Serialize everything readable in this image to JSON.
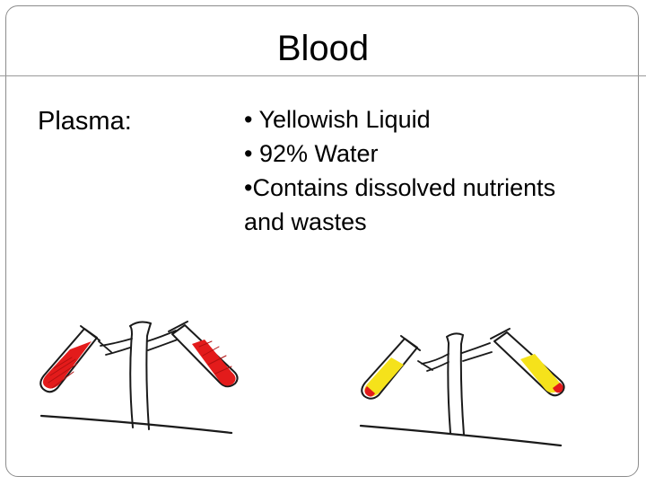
{
  "slide": {
    "title": "Blood",
    "term": "Plasma:",
    "bullets": [
      "• Yellowish Liquid",
      "• 92% Water",
      "•Contains dissolved nutrients",
      "and wastes"
    ]
  },
  "colors": {
    "frame": "#8c8c8c",
    "blood_red": "#e31b1b",
    "plasma_yellow": "#f5e21b",
    "sketch_line": "#1a1a1a"
  },
  "illustrations": {
    "left_rack": "whole-blood-test-tubes-sketch",
    "right_rack": "separated-plasma-test-tubes-sketch"
  }
}
